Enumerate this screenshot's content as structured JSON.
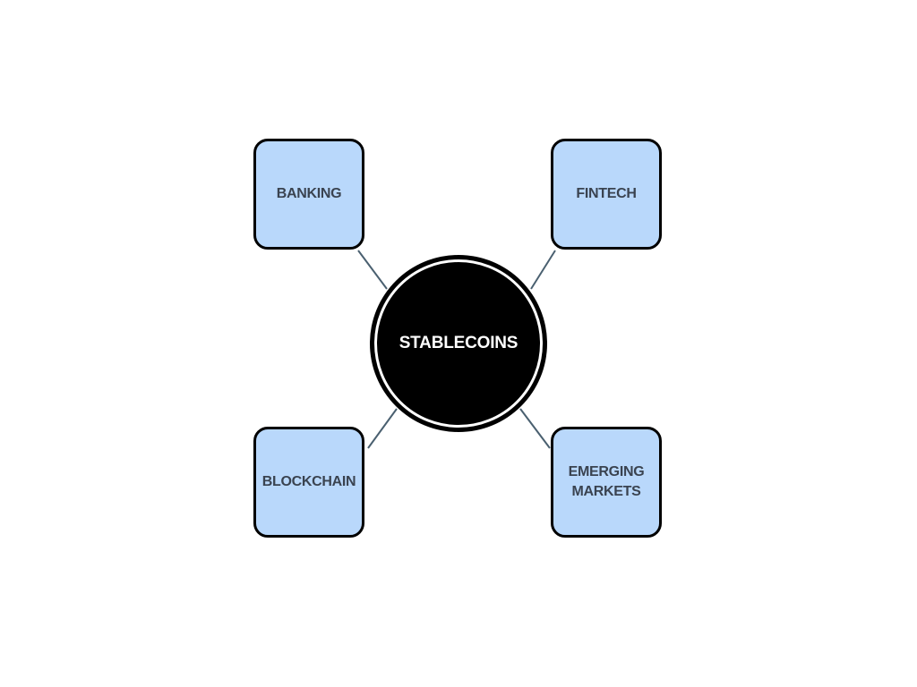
{
  "diagram": {
    "center": {
      "label": "STABLECOINS",
      "fill": "#000000",
      "text_color": "#ffffff"
    },
    "nodes": [
      {
        "id": "banking",
        "label": "BANKING"
      },
      {
        "id": "fintech",
        "label": "FINTECH"
      },
      {
        "id": "blockchain",
        "label": "BLOCKCHAIN"
      },
      {
        "id": "emerging",
        "label": "EMERGING\nMARKETS"
      }
    ],
    "node_fill": "#b9d8fb",
    "connector_color": "#4a6070"
  }
}
